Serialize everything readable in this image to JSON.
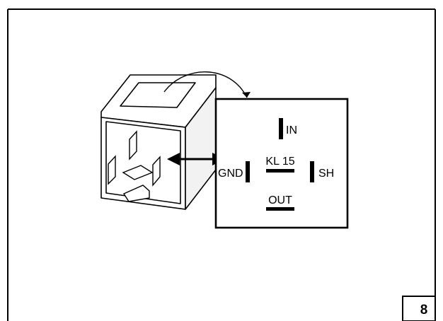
{
  "diagram": {
    "pin_labels": {
      "in": "IN",
      "kl15": "KL 15",
      "gnd": "GND",
      "sh": "SH",
      "out": "OUT"
    },
    "page_number": "8"
  },
  "colors": {
    "line": "#000000",
    "background": "#ffffff",
    "relay_side": "#f2f2f2"
  }
}
